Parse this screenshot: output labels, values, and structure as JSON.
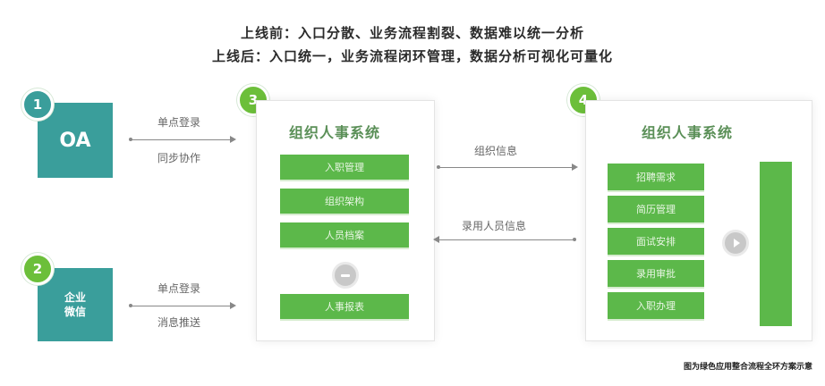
{
  "header": {
    "line1": "上线前：入口分散、业务流程割裂、数据难以统一分析",
    "line2": "上线后：入口统一，业务流程闭环管理，数据分析可视化可量化"
  },
  "badges": [
    "1",
    "2",
    "3",
    "4"
  ],
  "oa_box": {
    "label": "OA"
  },
  "enterprise_box": {
    "line1": "企业",
    "line2": "微信"
  },
  "left_links": {
    "top": {
      "line1": "单点登录",
      "line2": "同步协作"
    },
    "bottom": {
      "line1": "单点登录",
      "line2": "消息推送"
    }
  },
  "middle_links": {
    "top": "组织信息",
    "bottom": "录用人员信息"
  },
  "left_system": {
    "title": "组织人事系统",
    "bars_top": [
      "入职管理",
      "组织架构",
      "人员档案"
    ],
    "bars_bottom": [
      "人事报表"
    ]
  },
  "right_system": {
    "title": "组织人事系统",
    "bars": [
      "招聘需求",
      "简历管理",
      "面试安排",
      "录用审批",
      "入职办理"
    ]
  },
  "footnote": "图为绿色应用整合流程全环方案示意",
  "colors": {
    "teal": "#3a9e9b",
    "green": "#5cb84a",
    "badge_green": "#6cbf3a",
    "title_green": "#5a8f57"
  }
}
